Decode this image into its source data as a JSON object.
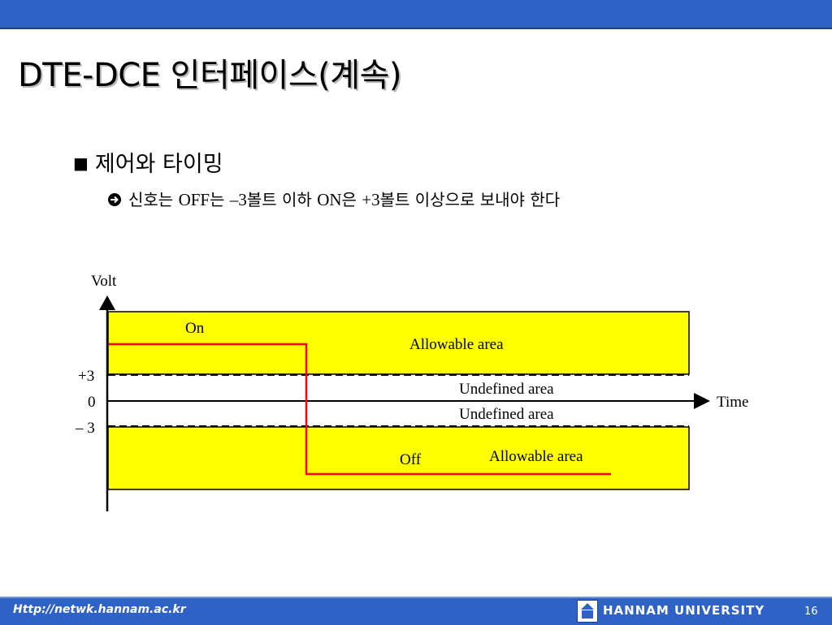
{
  "title": "DTE-DCE 인터페이스(계속)",
  "bullet1": "제어와 타이밍",
  "bullet2": {
    "p1": "신호는 ",
    "p2": "OFF",
    "p3": "는 ",
    "p4": "–3",
    "p5": "볼트 이하 ",
    "p6": "ON",
    "p7": "은 ",
    "p8": "+3",
    "p9": "볼트 이상으로 보내야 한다"
  },
  "diagram": {
    "y_axis_label": "Volt",
    "x_axis_label": "Time",
    "tick_plus3": "+3",
    "tick_zero": "0",
    "tick_minus3": "– 3",
    "on_label": "On",
    "off_label": "Off",
    "allowable_top": "Allowable area",
    "allowable_bottom": "Allowable area",
    "undefined_top": "Undefined area",
    "undefined_bottom": "Undefined area",
    "colors": {
      "area": "#ffff00",
      "signal": "#ff0000"
    }
  },
  "footer": {
    "url": "Http://netwk.hannam.ac.kr",
    "university": "HANNAM  UNIVERSITY",
    "page": "16"
  }
}
